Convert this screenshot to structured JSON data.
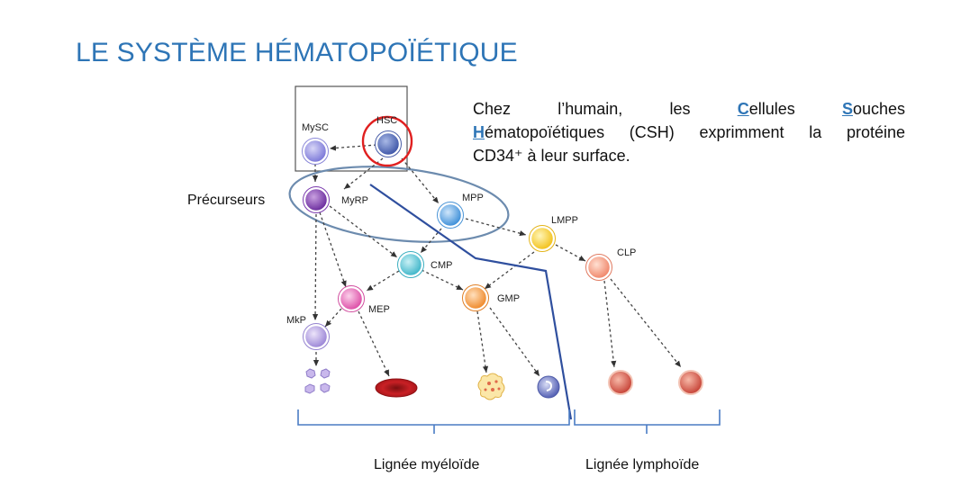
{
  "title": "LE SYSTÈME HÉMATOPOÏÉTIQUE",
  "description": {
    "line1": [
      "Chez",
      "l’humain,",
      "les",
      "C",
      "ellules",
      "S",
      "ouches"
    ],
    "line2_h": "H",
    "line2_rest": "ématopoïétiques (CSH) exprimment la protéine",
    "line3": "CD34⁺ à leur surface."
  },
  "labels": {
    "precursors": "Précurseurs",
    "myeloid": "Lignée myéloïde",
    "lymphoid": "Lignée lymphoïde"
  },
  "cells": {
    "hsc": "HSC",
    "mysc": "MySC",
    "myrp": "MyRP",
    "mpp": "MPP",
    "lmpp": "LMPP",
    "cmp": "CMP",
    "clp": "CLP",
    "mep": "MEP",
    "gmp": "GMP",
    "mkp": "MkP"
  },
  "colors": {
    "title": "#2E75B6",
    "highlight_circle": "#E02020",
    "precursor_ellipse": "#6C8BAE",
    "divider_line": "#2F4F9E",
    "bracket": "#4A7CC4"
  }
}
